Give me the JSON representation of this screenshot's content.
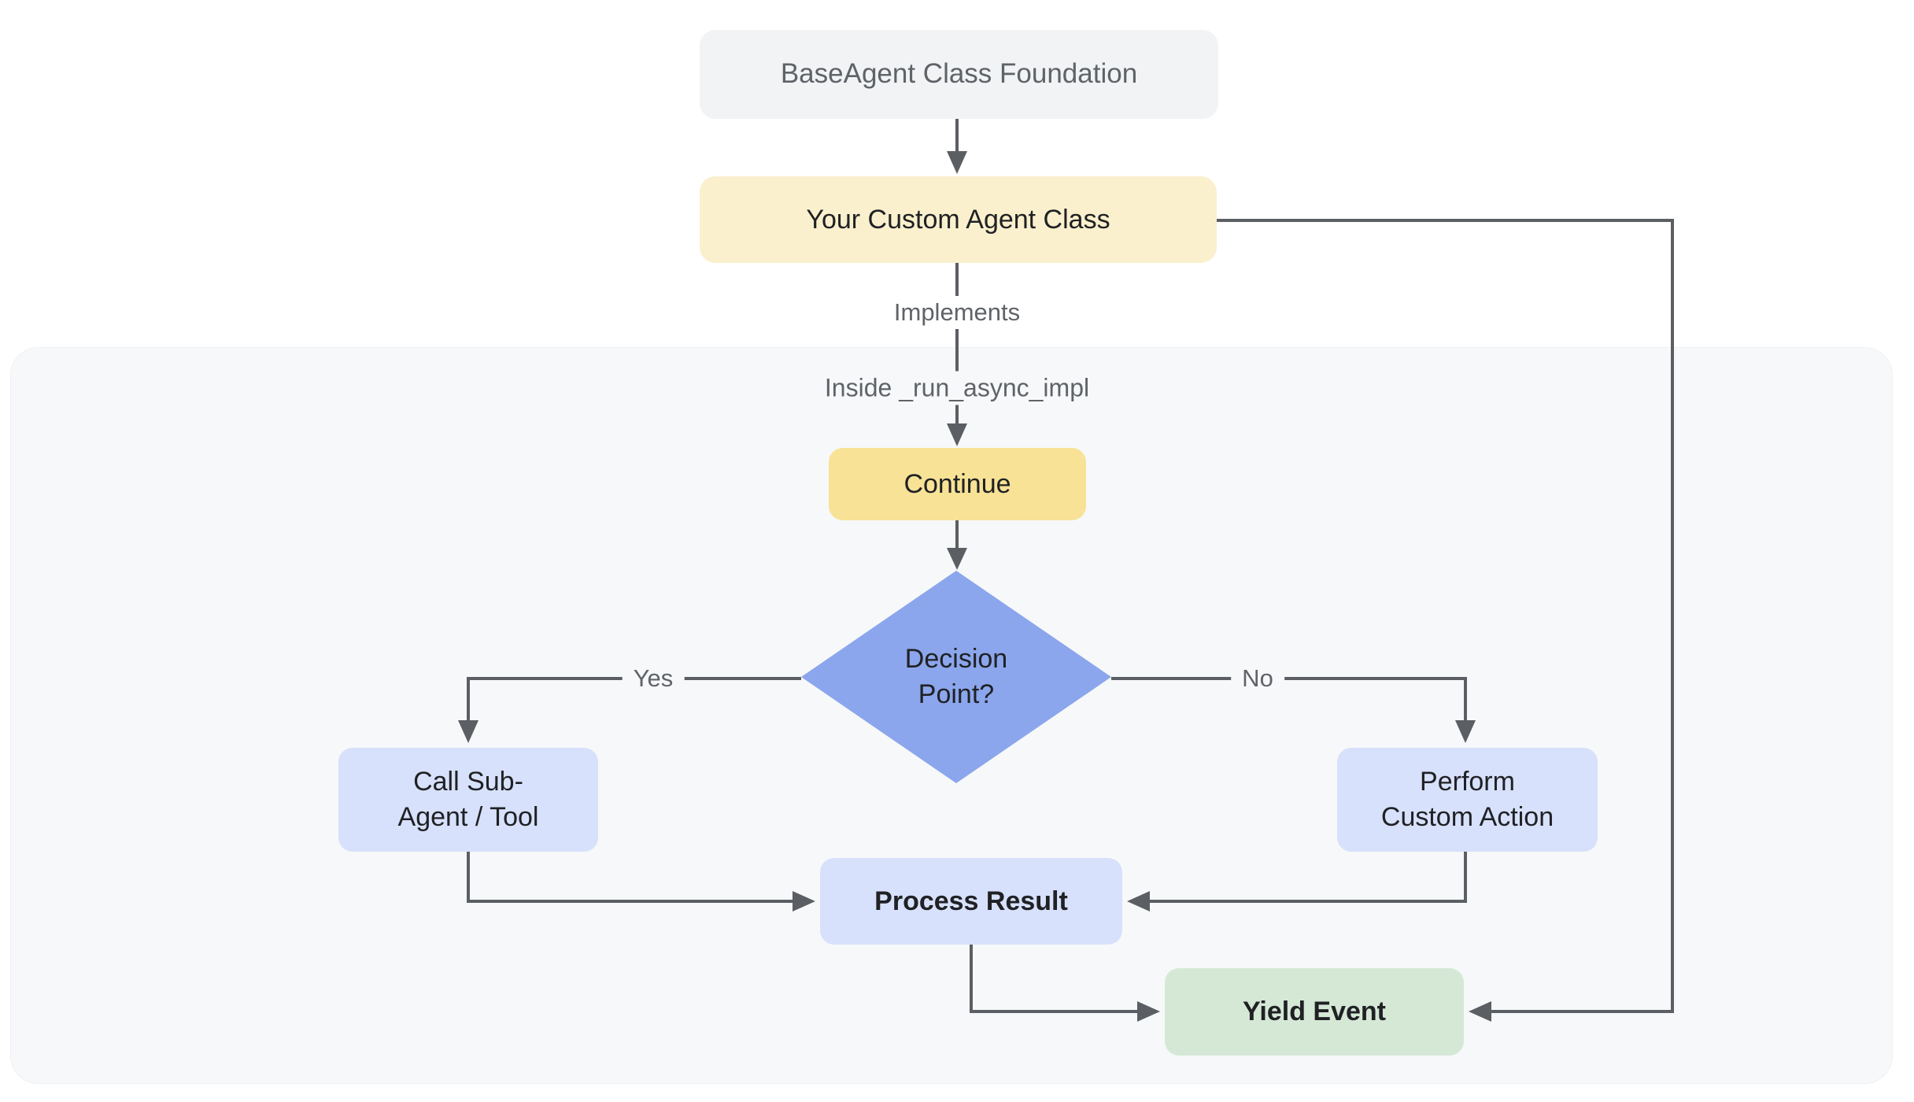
{
  "diagram": {
    "nodes": {
      "base_agent": {
        "label": "BaseAgent Class Foundation"
      },
      "custom_agent": {
        "label": "Your Custom Agent Class"
      },
      "continue_node": {
        "label": "Continue"
      },
      "decision": {
        "lines": [
          "Decision",
          "Point?"
        ]
      },
      "call_sub": {
        "lines": [
          "Call Sub-",
          "Agent / Tool"
        ]
      },
      "perform": {
        "lines": [
          "Perform",
          "Custom Action"
        ]
      },
      "process": {
        "label": "Process Result"
      },
      "yield_event": {
        "label": "Yield Event"
      }
    },
    "edge_labels": {
      "implements": "Implements",
      "yes": "Yes",
      "no": "No"
    },
    "container_label": "Inside _run_async_impl"
  },
  "colors": {
    "page_bg": "#ffffff",
    "container_bg": "#f7f8fa",
    "node_gray": "#f1f3f4",
    "node_yellow_light": "#faf0cd",
    "node_yellow": "#f7e296",
    "node_blue": "#d7e1fb",
    "node_green": "#d5e8d6",
    "diamond_blue": "#8ba6ec",
    "edge_gray": "#5b5f63",
    "text_dark": "#202124",
    "text_gray": "#5f6368"
  }
}
